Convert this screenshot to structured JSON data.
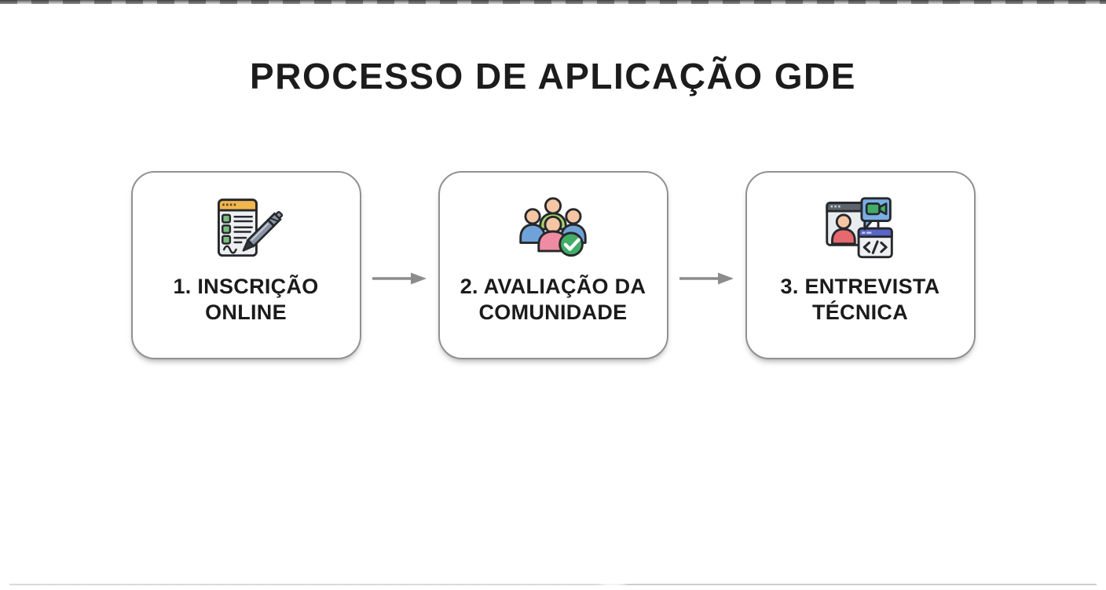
{
  "page": {
    "title": "PROCESSO DE APLICAÇÃO GDE",
    "background": "#ffffff"
  },
  "colors": {
    "text": "#1c1c1c",
    "box_border": "#8f9193",
    "box_fill": "#ffffff",
    "arrow": "#8c8c8c",
    "outline": "#26282b",
    "form_header_orange": "#f2b64f",
    "checkbox_green": "#7dbd7d",
    "pen_slate": "#8a94a6",
    "skin_peach": "#f5c5a4",
    "shirt_green": "#a9d36f",
    "shirt_blue": "#6fa2d9",
    "shirt_pink": "#ef8ba2",
    "shirt_red": "#e5696f",
    "check_green": "#42ad66",
    "bubble_blue": "#79aee4",
    "camera_green": "#43ad68",
    "browser_header_gray": "#5d646e",
    "code_header_indigo": "#5a65c8",
    "window_fill": "#e9ecef"
  },
  "steps": [
    {
      "label_line1": "1. INSCRIÇÃO",
      "label_line2": "ONLINE",
      "icon": "online-form-pen-icon"
    },
    {
      "label_line1": "2. AVALIAÇÃO DA",
      "label_line2": "COMUNIDADE",
      "icon": "community-group-check-icon"
    },
    {
      "label_line1": "3. ENTREVISTA",
      "label_line2": "TÉCNICA",
      "icon": "video-interview-code-icon"
    }
  ]
}
